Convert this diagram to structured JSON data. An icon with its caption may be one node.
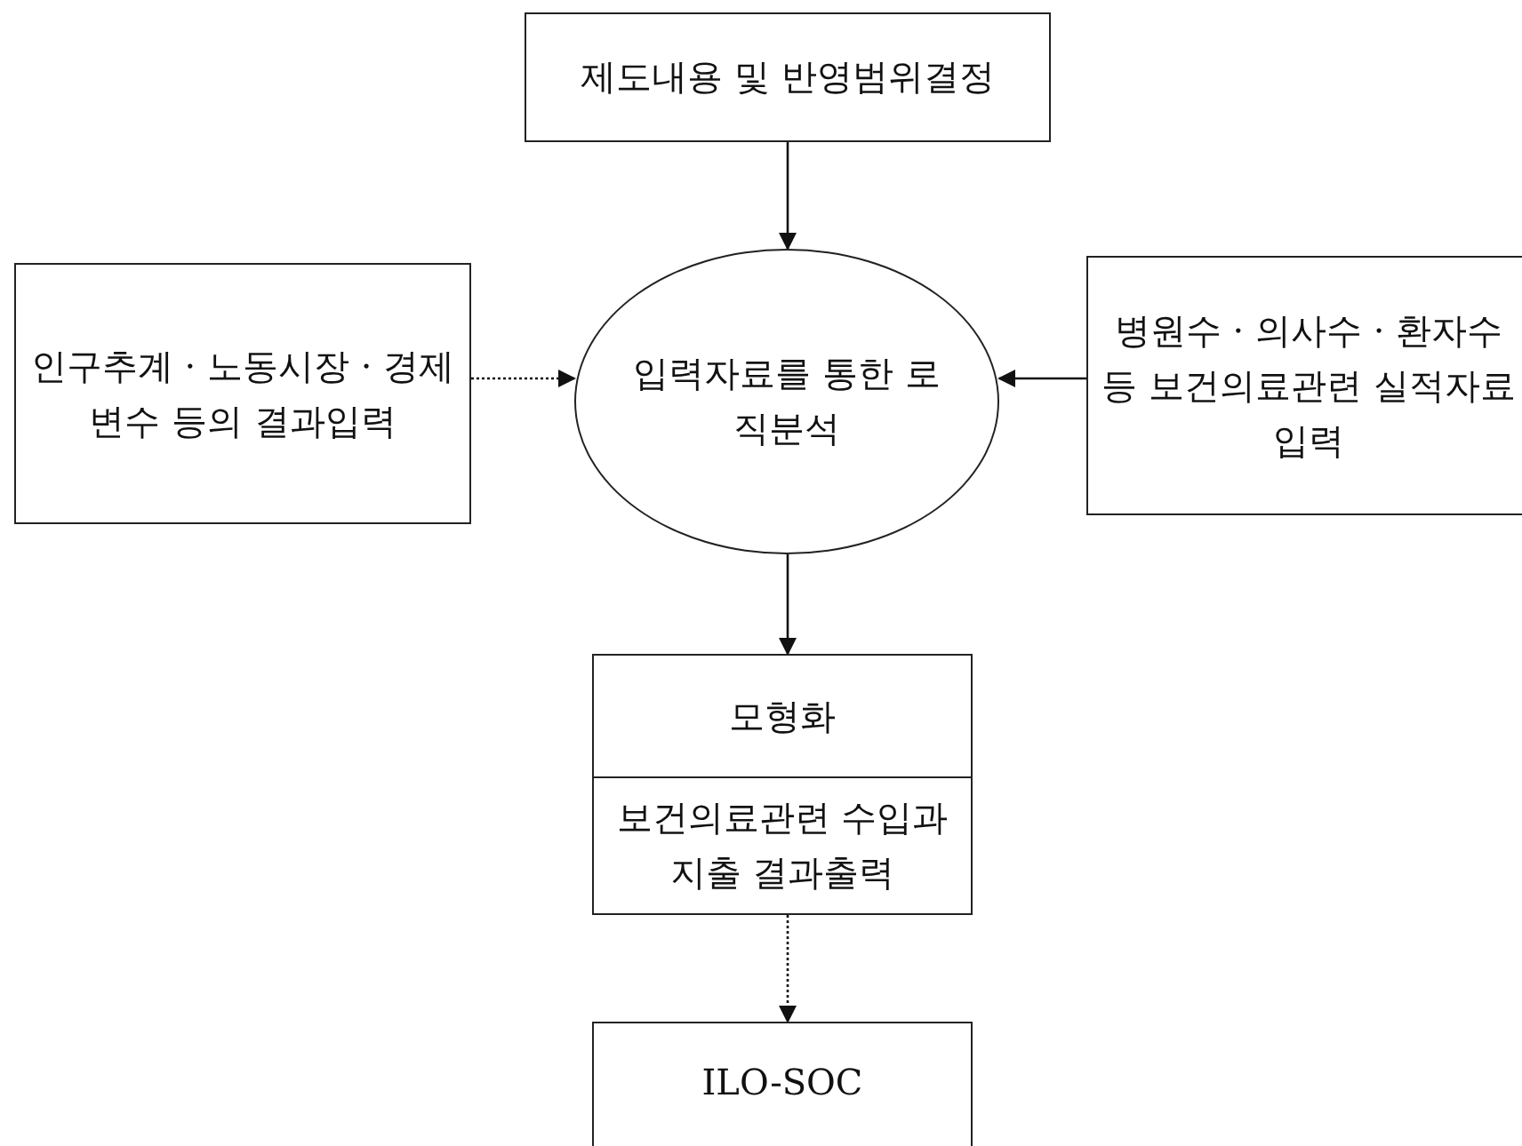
{
  "diagram": {
    "nodes": [
      {
        "text": [
          "제도내용 및 반영범위결정"
        ]
      },
      {
        "text": [
          "인구추계 · 노동시장 · 경제변수 등의 결과입력"
        ]
      },
      {
        "text": [
          "입력자료를 통한 로직분석"
        ]
      },
      {
        "text": [
          "병원수 · 의사수 · 환자수 등 보건의료관련 실적자료 입력"
        ]
      },
      {
        "text": [
          "모형화"
        ]
      },
      {
        "text": [
          "보건의료관련 수입과 지출 결과출력"
        ]
      },
      {
        "text": [
          "ILO-SOC"
        ]
      }
    ],
    "edges": [
      {
        "from": 0,
        "to": 2,
        "arrow": "to"
      },
      {
        "from": 1,
        "to": 2,
        "arrow": "to",
        "style": "dashed"
      },
      {
        "from": 3,
        "to": 2,
        "arrow": "to"
      },
      {
        "from": 2,
        "to": 4,
        "arrow": "to"
      },
      {
        "from": 5,
        "to": 6,
        "arrow": "to",
        "style": "dashed"
      }
    ]
  }
}
